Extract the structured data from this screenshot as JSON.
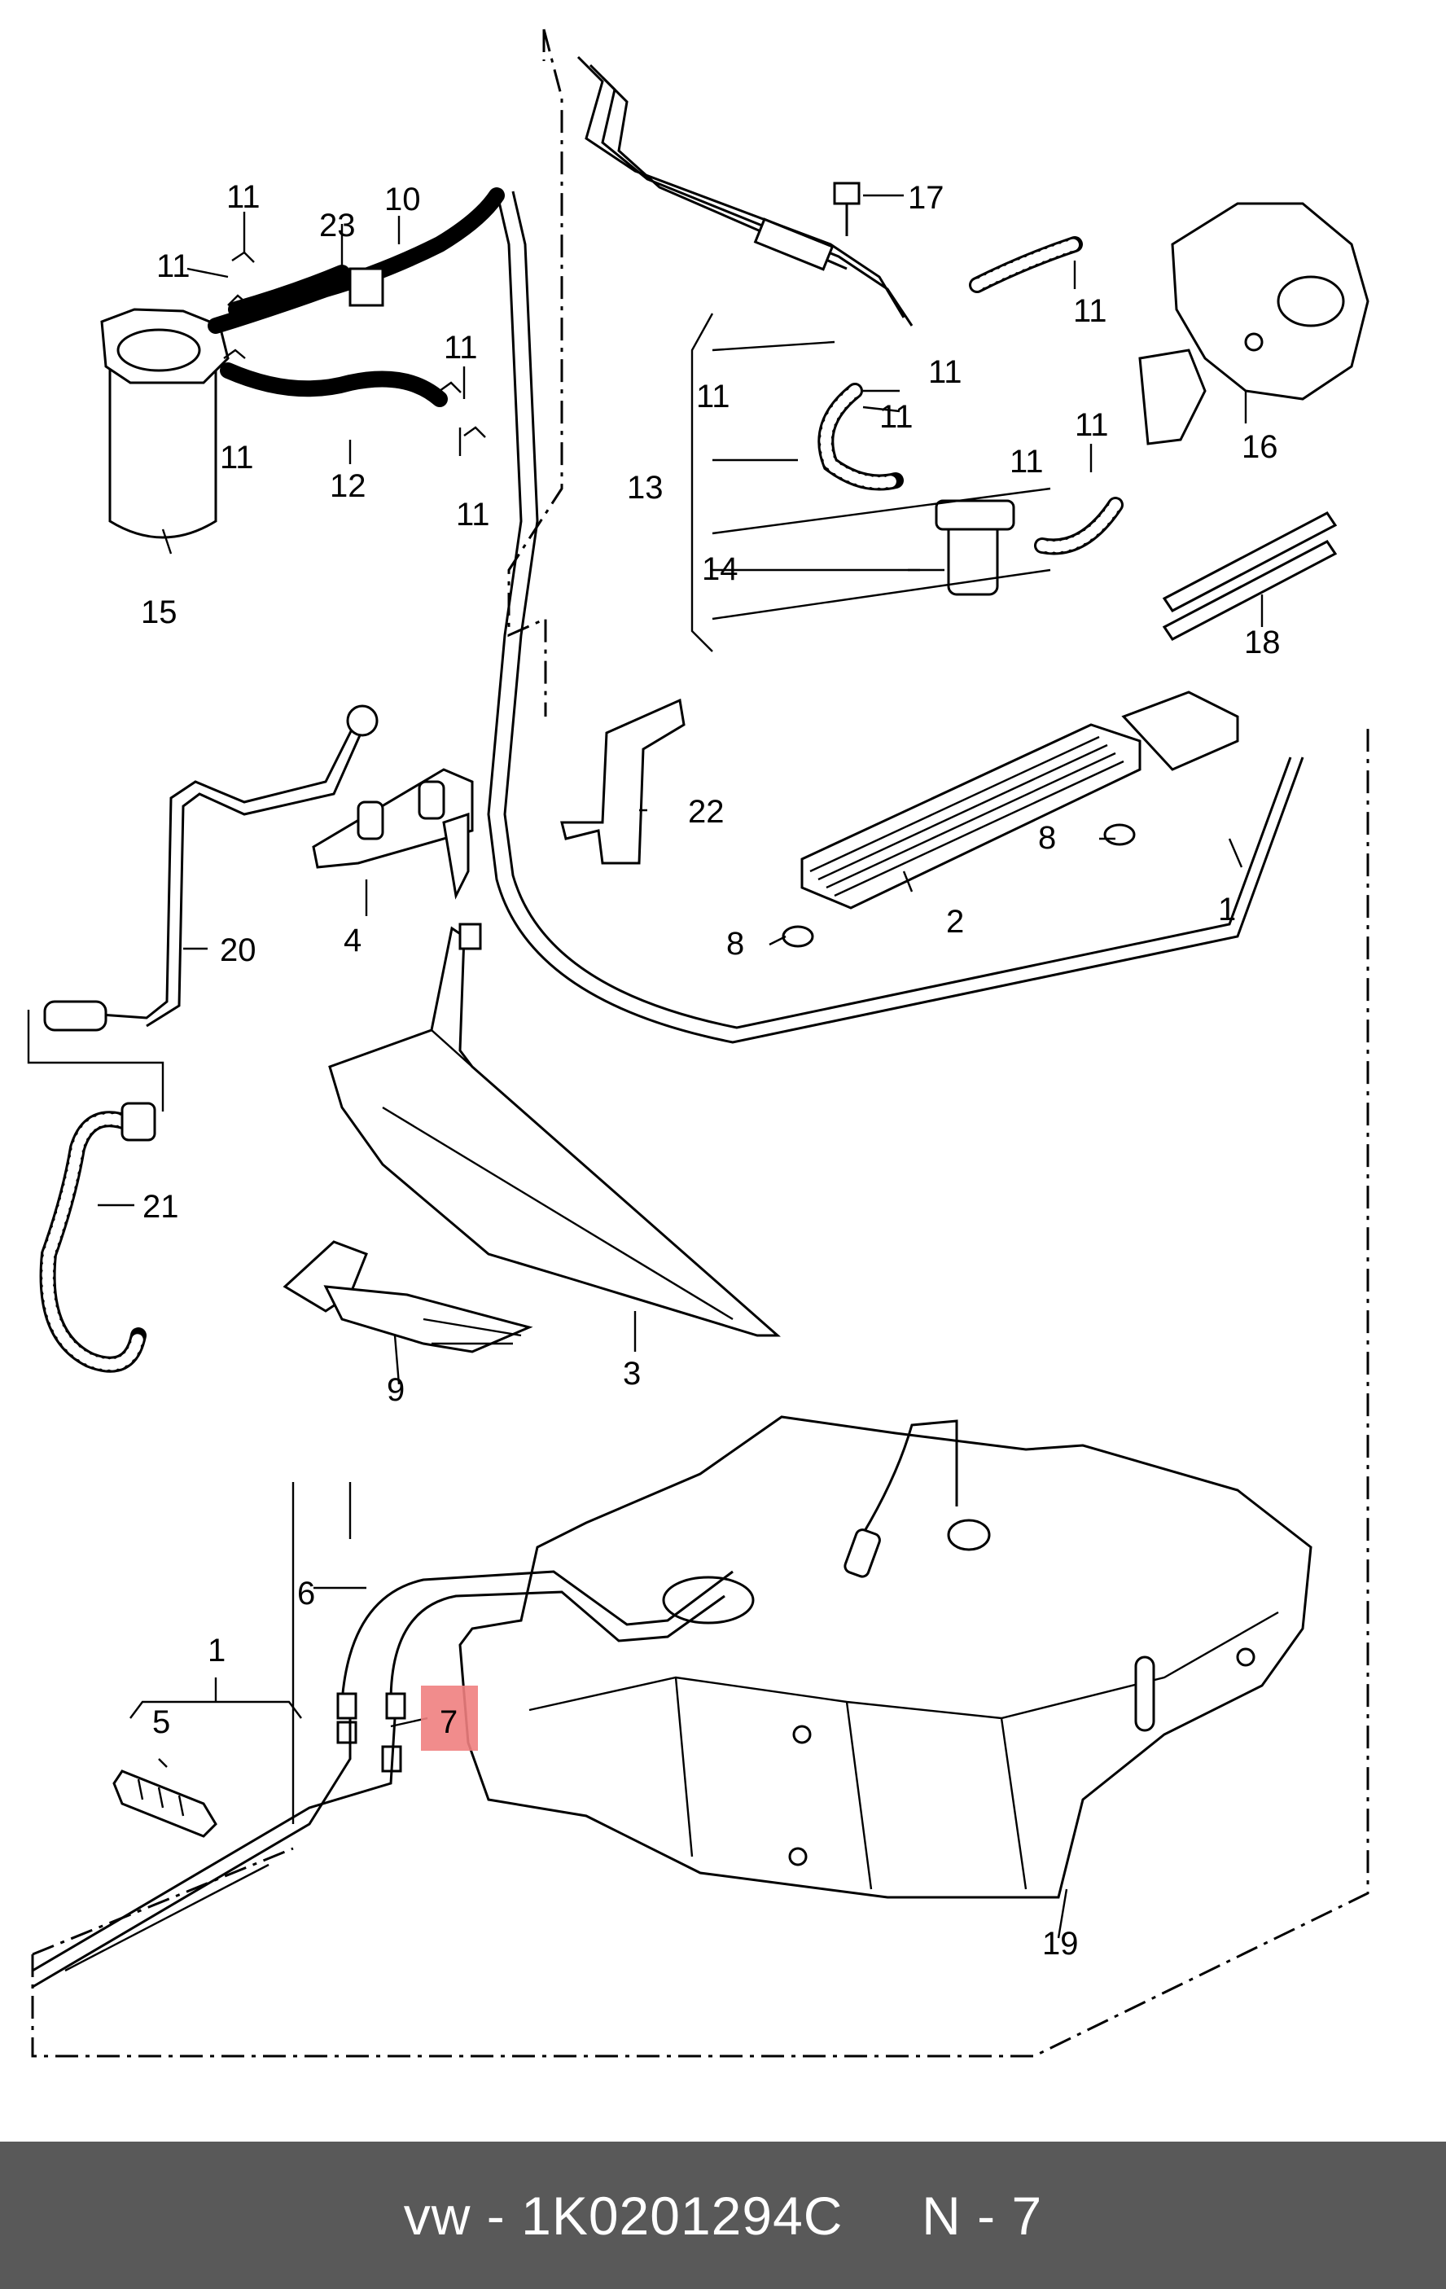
{
  "diagram": {
    "callouts": [
      {
        "id": "c1a",
        "label": "1"
      },
      {
        "id": "c1b",
        "label": "1"
      },
      {
        "id": "c2",
        "label": "2"
      },
      {
        "id": "c3",
        "label": "3"
      },
      {
        "id": "c4",
        "label": "4"
      },
      {
        "id": "c5",
        "label": "5"
      },
      {
        "id": "c6",
        "label": "6"
      },
      {
        "id": "c7",
        "label": "7"
      },
      {
        "id": "c8a",
        "label": "8"
      },
      {
        "id": "c8b",
        "label": "8"
      },
      {
        "id": "c9",
        "label": "9"
      },
      {
        "id": "c10",
        "label": "10"
      },
      {
        "id": "c11",
        "label": "11"
      },
      {
        "id": "c12",
        "label": "12"
      },
      {
        "id": "c13",
        "label": "13"
      },
      {
        "id": "c14",
        "label": "14"
      },
      {
        "id": "c15",
        "label": "15"
      },
      {
        "id": "c16",
        "label": "16"
      },
      {
        "id": "c17",
        "label": "17"
      },
      {
        "id": "c18",
        "label": "18"
      },
      {
        "id": "c19",
        "label": "19"
      },
      {
        "id": "c20",
        "label": "20"
      },
      {
        "id": "c21",
        "label": "21"
      },
      {
        "id": "c22",
        "label": "22"
      },
      {
        "id": "c23",
        "label": "23"
      }
    ],
    "highlight_color": "#f08080",
    "highlighted_callout": "7"
  },
  "footer": {
    "brand": "vw",
    "separator": " - ",
    "part_number": "1K0201294C",
    "position": "N - 7",
    "background": "#595959"
  }
}
